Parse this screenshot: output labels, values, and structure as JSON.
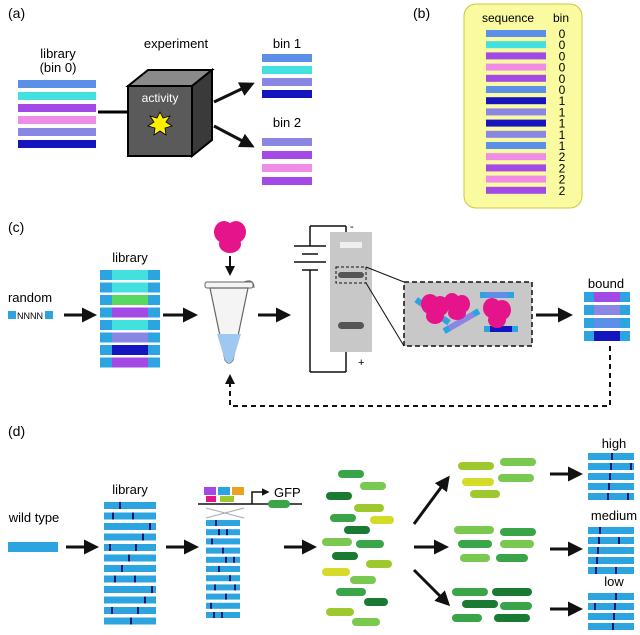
{
  "panels": {
    "a": {
      "label": "(a)",
      "library_line1": "library",
      "library_line2": "(bin 0)",
      "experiment": "experiment",
      "activity": "activity",
      "bin1": "bin 1",
      "bin2": "bin 2"
    },
    "b": {
      "label": "(b)",
      "col_sequence": "sequence",
      "col_bin": "bin",
      "bins": [
        "0",
        "0",
        "0",
        "0",
        "0",
        "0",
        "1",
        "1",
        "1",
        "1",
        "1",
        "2",
        "2",
        "2",
        "2"
      ]
    },
    "c": {
      "label": "(c)",
      "random": "random",
      "nnnn": "NNNN",
      "library": "library",
      "minus": "-",
      "plus": "+",
      "bound": "bound"
    },
    "d": {
      "label": "(d)",
      "wild_type": "wild type",
      "library": "library",
      "gfp": "GFP",
      "high": "high",
      "medium": "medium",
      "low": "low"
    }
  },
  "colors": {
    "blue": "#5b8fe8",
    "cyan": "#43e0e0",
    "violet": "#a249e6",
    "pink": "#ef8ce6",
    "periwinkle": "#8a86e4",
    "navy": "#1515c0",
    "sky": "#2ba4e0",
    "magenta": "#e6148a",
    "yellow_box": "#fafaa0",
    "greens": [
      "#1a7a32",
      "#3aa548",
      "#79c850",
      "#9ec92e",
      "#d4dc28"
    ]
  }
}
